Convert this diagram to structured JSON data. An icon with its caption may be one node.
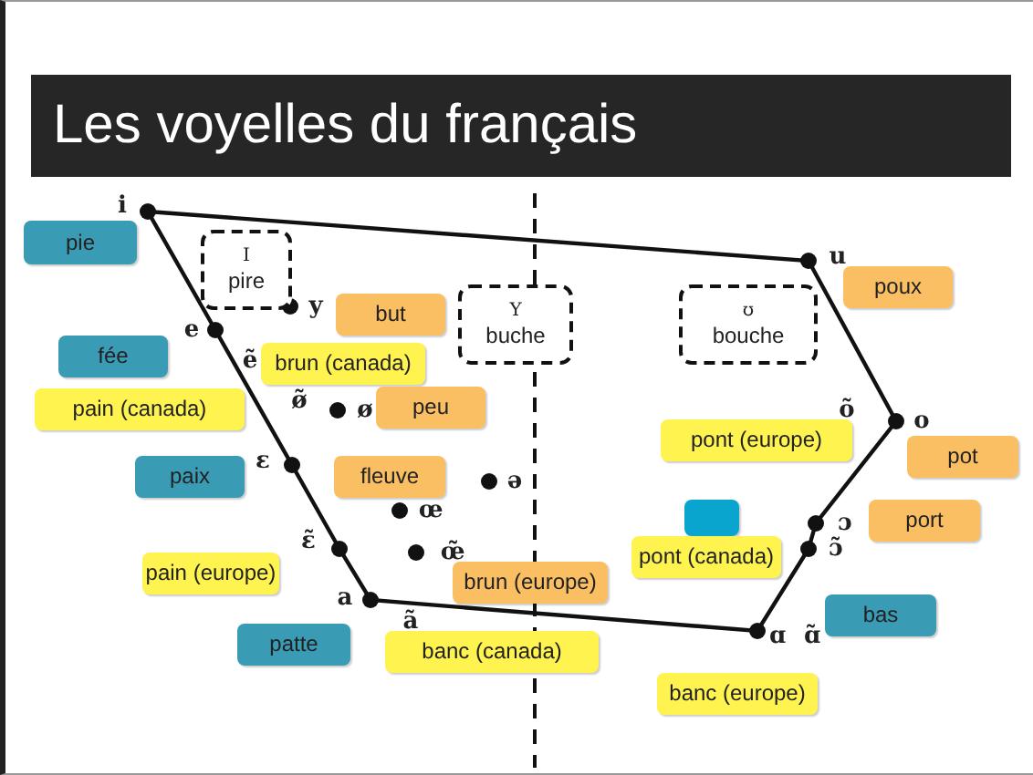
{
  "diagram": {
    "title": "Les voyelles du français",
    "nodes": [
      {
        "text": [
          "pie"
        ]
      },
      {
        "text": [
          "I",
          "pire"
        ]
      },
      {
        "text": [
          "but"
        ]
      },
      {
        "text": [
          "Y",
          "buche"
        ]
      },
      {
        "text": [
          "ʊ",
          "bouche"
        ]
      },
      {
        "text": [
          "poux"
        ]
      },
      {
        "text": [
          "fée"
        ]
      },
      {
        "text": [
          "brun (canada)"
        ]
      },
      {
        "text": [
          "pain (canada)"
        ]
      },
      {
        "text": [
          "peu"
        ]
      },
      {
        "text": [
          "pont (europe)"
        ]
      },
      {
        "text": [
          "pot"
        ]
      },
      {
        "text": [
          "paix"
        ]
      },
      {
        "text": [
          "fleuve"
        ]
      },
      {
        "text": [],
        "shape": "box"
      },
      {
        "text": [
          "port"
        ]
      },
      {
        "text": [
          "pain (europe)"
        ]
      },
      {
        "text": [
          "brun (europe)"
        ]
      },
      {
        "text": [
          "pont (canada)"
        ]
      },
      {
        "text": [
          "bas"
        ]
      },
      {
        "text": [
          "patte"
        ]
      },
      {
        "text": [
          "banc (canada)"
        ]
      },
      {
        "text": [
          "banc (europe)"
        ]
      }
    ],
    "labels": [
      "i",
      "u",
      "y",
      "e",
      "ẽ",
      "ø̃",
      "ø",
      "ə",
      "õ",
      "o",
      "ɛ",
      "œ",
      "ɛ̃",
      "œ̃",
      "ɔ",
      "ɔ̃",
      "a",
      "ã",
      "ɑ",
      "ɑ̃"
    ]
  }
}
